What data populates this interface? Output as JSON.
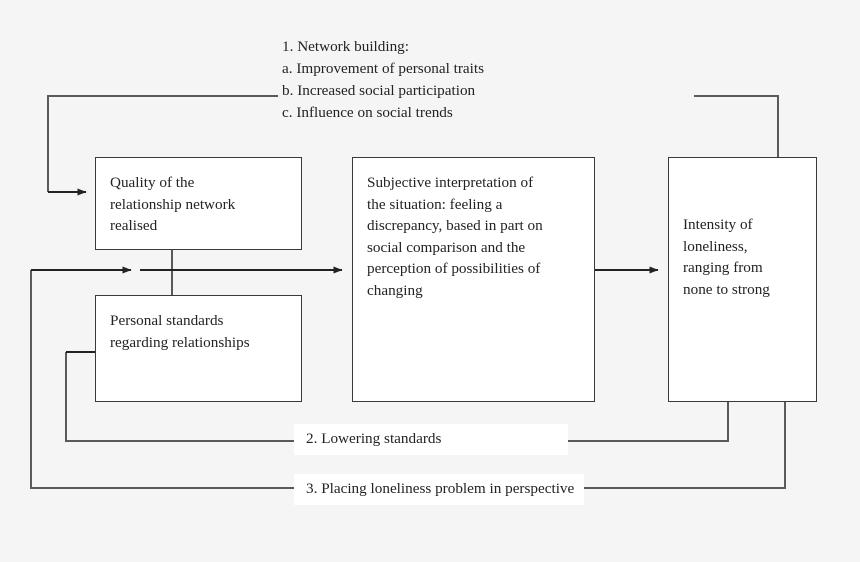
{
  "figure": {
    "background_color": "#f5f5f5",
    "line_color": "#4a4a4a",
    "box_border_color": "#3a3a3a",
    "box_fill_color": "#ffffff",
    "text_color": "#232323"
  },
  "annotation_list": {
    "line1": "1. Network building:",
    "line2": "a. Improvement of personal traits",
    "line3": "b. Increased social participation",
    "line4": "c. Influence on social trends",
    "full": "1. Network building:\n   a. Improvement of personal traits\n   b. Increased social participation\n   c. Influence on social trends"
  },
  "nodes": {
    "quality": {
      "label": "Quality of the\nrelationship network\nrealised"
    },
    "standards": {
      "label": "Personal standards\nregarding relationships"
    },
    "subjective": {
      "label": "Subjective interpretation of\nthe situation: feeling a\ndiscrepancy, based in part on\nsocial comparison and the\nperception of possibilities of\nchanging"
    },
    "intensity": {
      "label": "Intensity of\nloneliness,\nranging from\nnone to strong"
    }
  },
  "feedback_labels": {
    "lowering_standards": "2. Lowering standards",
    "perspective": "3. Placing loneliness problem in perspective"
  }
}
